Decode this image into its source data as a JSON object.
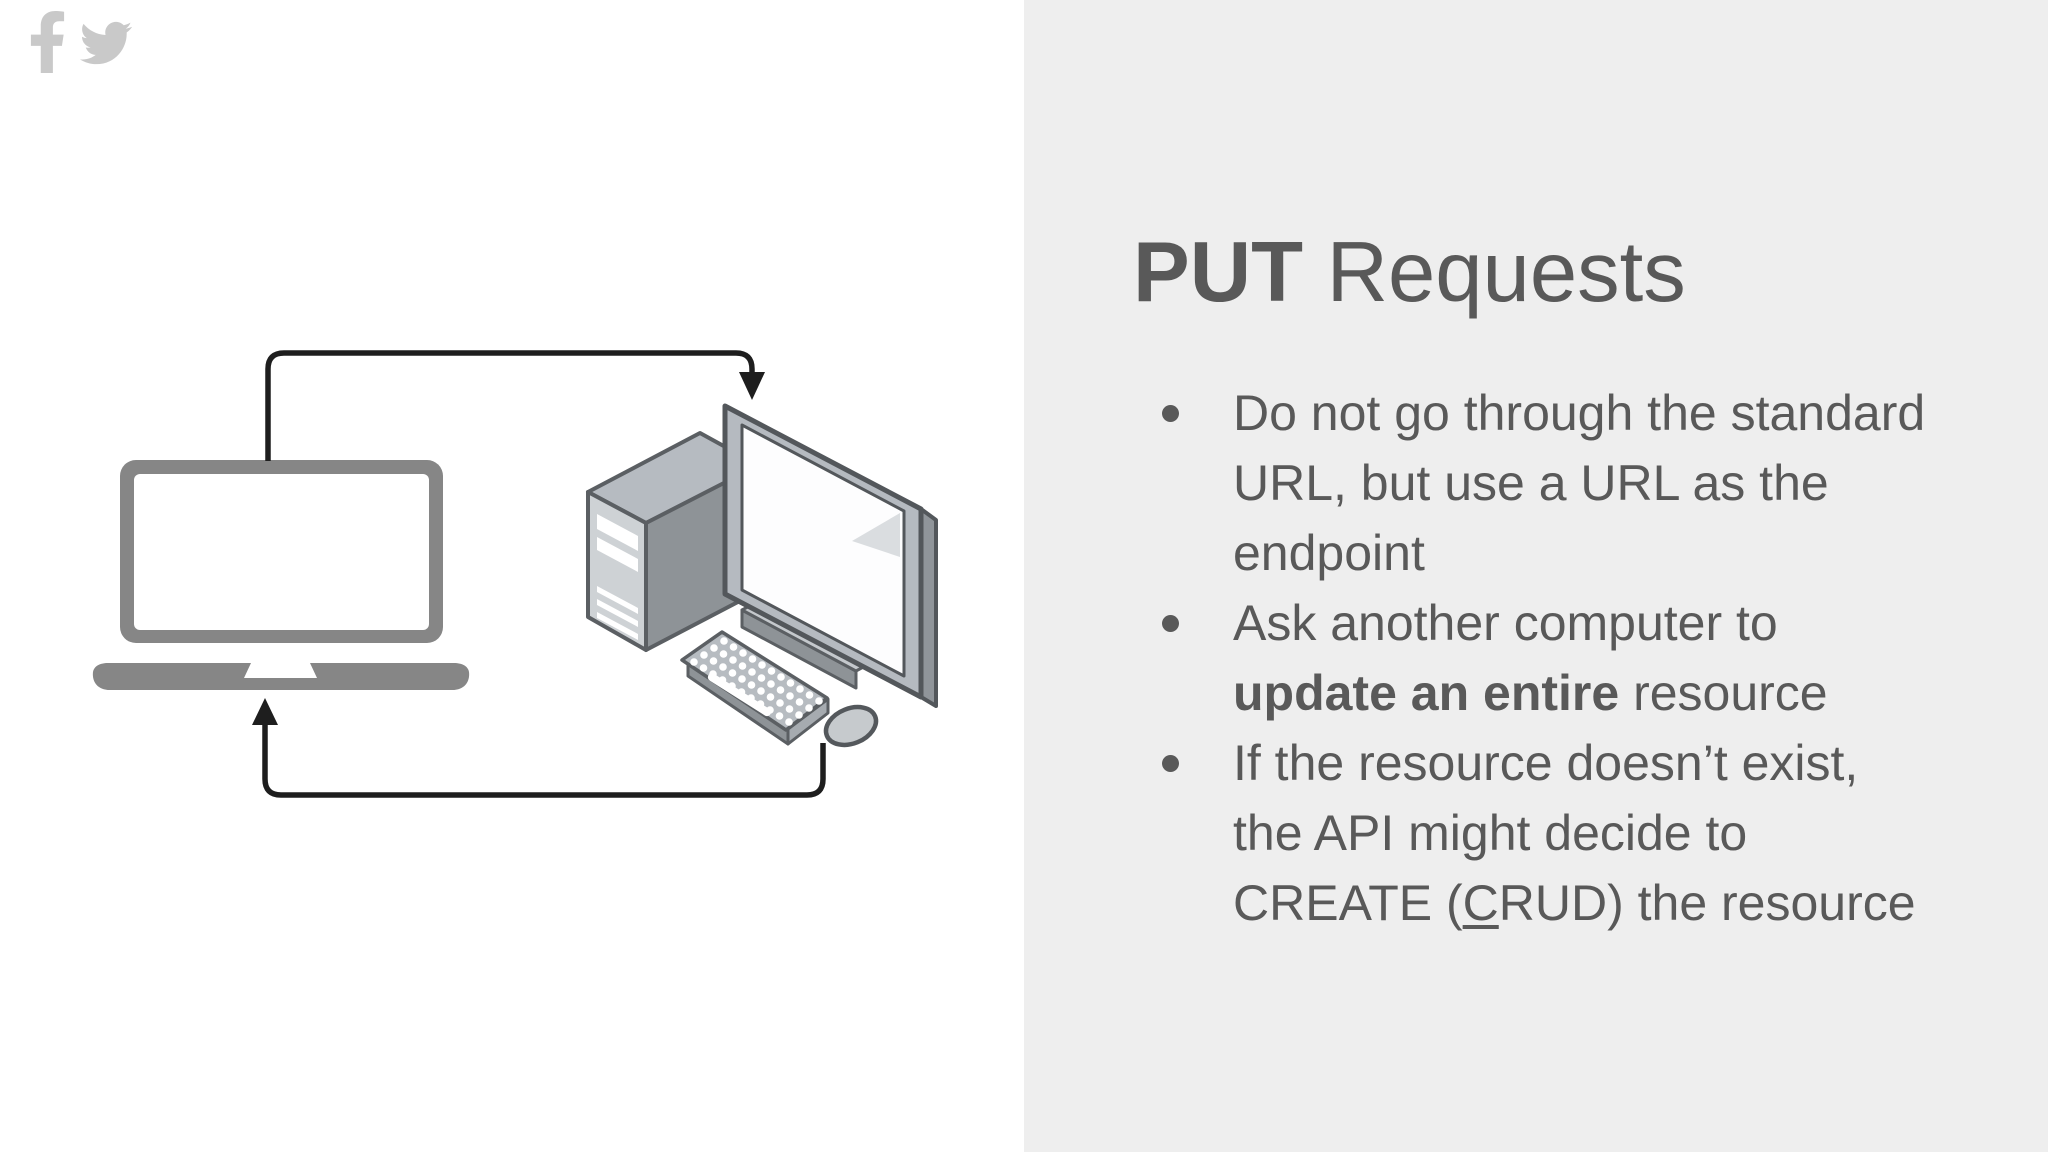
{
  "colors": {
    "panel_left_bg": "#ffffff",
    "panel_right_bg": "#eeeeee",
    "text": "#595959",
    "connector_line": "#1e1e1e",
    "watermark_icon": "#c9c9c9"
  },
  "social_icons": [
    {
      "name": "facebook-icon"
    },
    {
      "name": "twitter-icon"
    }
  ],
  "title": {
    "bold": "PUT",
    "rest": " Requests"
  },
  "bullets": [
    {
      "segments": [
        {
          "t": "Do not go through the standard\nURL, but use a URL as the\nendpoint"
        }
      ]
    },
    {
      "segments": [
        {
          "t": "Ask another computer to\n"
        },
        {
          "t": "update an entire",
          "b": true
        },
        {
          "t": " resource"
        }
      ]
    },
    {
      "segments": [
        {
          "t": "If the resource doesn’t exist,\nthe API might decide to\nCREATE ("
        },
        {
          "t": "C",
          "u": true
        },
        {
          "t": "RUD) the resource"
        }
      ]
    }
  ],
  "diagram": {
    "nodes": [
      "laptop",
      "desktop-computer"
    ],
    "arrows": [
      "laptop-to-desktop-request",
      "desktop-to-laptop-response"
    ]
  }
}
